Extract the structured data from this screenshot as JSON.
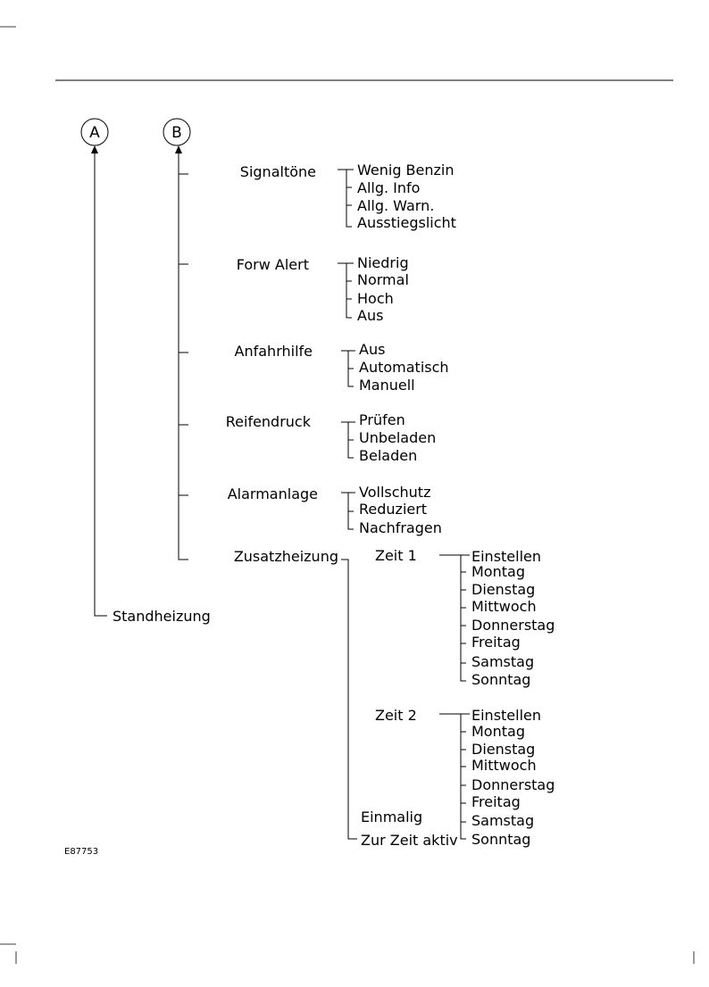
{
  "markers": {
    "a": "A",
    "b": "B"
  },
  "standheizung": "Standheizung",
  "menus": [
    {
      "label": "Signaltöne",
      "options": [
        "Wenig Benzin",
        "Allg. Info",
        "Allg. Warn.",
        "Ausstiegslicht"
      ]
    },
    {
      "label": "Forw Alert",
      "options": [
        "Niedrig",
        "Normal",
        "Hoch",
        "Aus"
      ]
    },
    {
      "label": "Anfahrhilfe",
      "options": [
        "Aus",
        "Automatisch",
        "Manuell"
      ]
    },
    {
      "label": "Reifendruck",
      "options": [
        "Prüfen",
        "Unbeladen",
        "Beladen"
      ]
    },
    {
      "label": "Alarmanlage",
      "options": [
        "Vollschutz",
        "Reduziert",
        "Nachfragen"
      ]
    }
  ],
  "zusatzheizung": {
    "label": "Zusatzheizung",
    "zeit1": {
      "label": "Zeit 1",
      "options": [
        "Einstellen",
        "Montag",
        "Dienstag",
        "Mittwoch",
        "Donnerstag",
        "Freitag",
        "Samstag",
        "Sonntag"
      ]
    },
    "zeit2": {
      "label": "Zeit 2",
      "options": [
        "Einstellen",
        "Montag",
        "Dienstag",
        "Mittwoch",
        "Donnerstag",
        "Freitag",
        "Samstag",
        "Sonntag"
      ]
    },
    "einmalig": "Einmalig",
    "zur_zeit_aktiv": "Zur Zeit aktiv"
  },
  "figure_code": "E87753"
}
